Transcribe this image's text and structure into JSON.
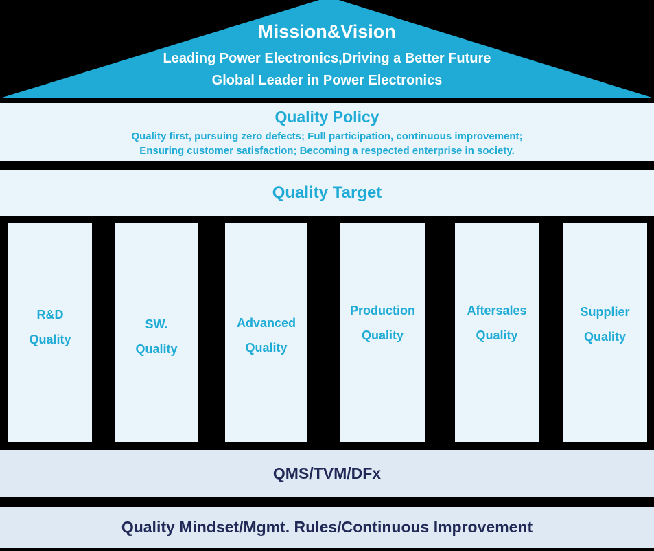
{
  "colors": {
    "roof_teal": "#1FABD5",
    "teal_text": "#1FABD5",
    "navy_text": "#212A56",
    "light_band_bg": "#E9F4FB",
    "foundation_band_bg": "#DEE9F4",
    "background": "#000000",
    "roof_text": "#FFFFFF"
  },
  "roof": {
    "title": "Mission&Vision",
    "subtitle1": "Leading Power Electronics,Driving a Better Future",
    "subtitle2": "Global Leader in Power Electronics"
  },
  "quality_policy": {
    "title": "Quality Policy",
    "line1": "Quality first, pursuing zero defects; Full participation, continuous improvement;",
    "line2": "Ensuring customer satisfaction; Becoming a respected enterprise in society."
  },
  "quality_target": {
    "title": "Quality Target"
  },
  "pillars": [
    {
      "line1": "R&D",
      "line2": "Quality"
    },
    {
      "line1": "SW.",
      "line2": "Quality"
    },
    {
      "line1": "Advanced",
      "line2": "Quality"
    },
    {
      "line1": "Production",
      "line2": "Quality"
    },
    {
      "line1": "Aftersales",
      "line2": "Quality"
    },
    {
      "line1": "Supplier",
      "line2": "Quality"
    }
  ],
  "foundation": {
    "qms_label": "QMS/TVM/DFx",
    "mindset_label": "Quality Mindset/Mgmt. Rules/Continuous Improvement"
  }
}
